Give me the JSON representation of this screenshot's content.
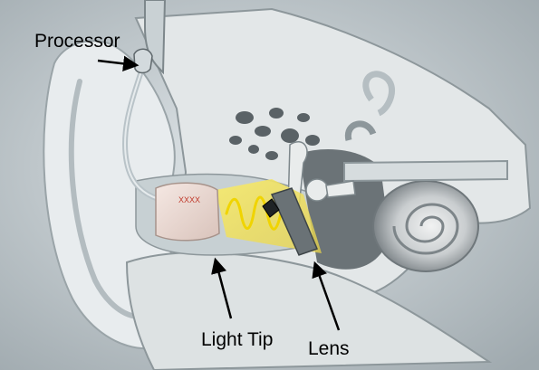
{
  "labels": {
    "processor": "Processor",
    "light_tip": "Light Tip",
    "lens": "Lens"
  },
  "device_marking": "XXXX",
  "colors": {
    "background": "#cfd8dc",
    "bone": "#e4e8e9",
    "bone_dark": "#8d979b",
    "cavity": "#5a6266",
    "canal": "#c7d0d3",
    "device_body": "#eedcd6",
    "device_marking": "#c0392b",
    "light_beam": "#f3e35a",
    "wave": "#f0d400",
    "tube": "#b9c3c8",
    "arrow": "#000000"
  }
}
